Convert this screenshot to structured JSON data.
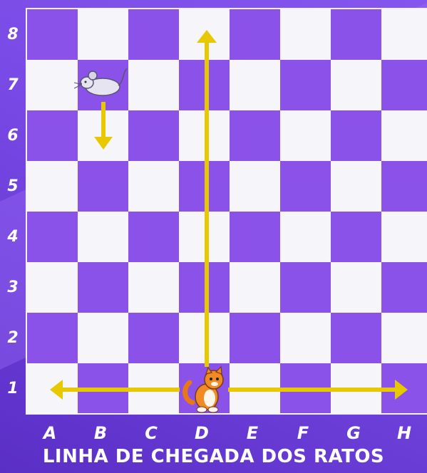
{
  "board": {
    "ranks": [
      "8",
      "7",
      "6",
      "5",
      "4",
      "3",
      "2",
      "1"
    ],
    "files": [
      "A",
      "B",
      "C",
      "D",
      "E",
      "F",
      "G",
      "H"
    ],
    "light_color": "#f6f6fa",
    "dark_color": "#8a52e8",
    "border_color": "#f3f2f8"
  },
  "pieces": {
    "mouse": {
      "square": "B7",
      "icon": "mouse-icon"
    },
    "cat": {
      "square": "D1",
      "icon": "cat-icon"
    }
  },
  "arrows": {
    "color": "#e8c800",
    "mouse_move": {
      "from": "B7",
      "to": "B6"
    },
    "cat_moves": [
      {
        "from": "D1",
        "to": "D8"
      },
      {
        "from": "D1",
        "to": "A1"
      },
      {
        "from": "D1",
        "to": "H1"
      }
    ]
  },
  "footer_text": "LINHA DE CHEGADA DOS RATOS"
}
